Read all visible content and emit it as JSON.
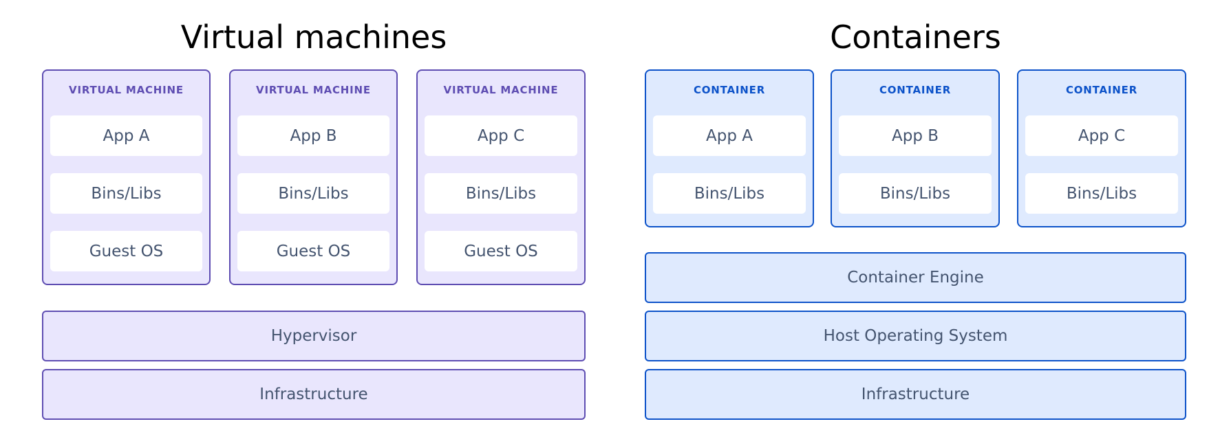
{
  "vm": {
    "title": "Virtual machines",
    "machines": [
      {
        "label": "VIRTUAL MACHINE",
        "layers": [
          "App A",
          "Bins/Libs",
          "Guest OS"
        ]
      },
      {
        "label": "VIRTUAL MACHINE",
        "layers": [
          "App B",
          "Bins/Libs",
          "Guest OS"
        ]
      },
      {
        "label": "VIRTUAL MACHINE",
        "layers": [
          "App C",
          "Bins/Libs",
          "Guest OS"
        ]
      }
    ],
    "hypervisor": "Hypervisor",
    "infrastructure": "Infrastructure"
  },
  "containers": {
    "title": "Containers",
    "items": [
      {
        "label": "CONTAINER",
        "layers": [
          "App A",
          "Bins/Libs"
        ]
      },
      {
        "label": "CONTAINER",
        "layers": [
          "App B",
          "Bins/Libs"
        ]
      },
      {
        "label": "CONTAINER",
        "layers": [
          "App C",
          "Bins/Libs"
        ]
      }
    ],
    "engine": "Container Engine",
    "host_os": "Host Operating System",
    "infrastructure": "Infrastructure"
  },
  "colors": {
    "vm_fill": "#e9e6fd",
    "vm_border": "#5e4db2",
    "container_fill": "#dfeafe",
    "container_border": "#0c52c9",
    "layer_text": "#44546f"
  }
}
